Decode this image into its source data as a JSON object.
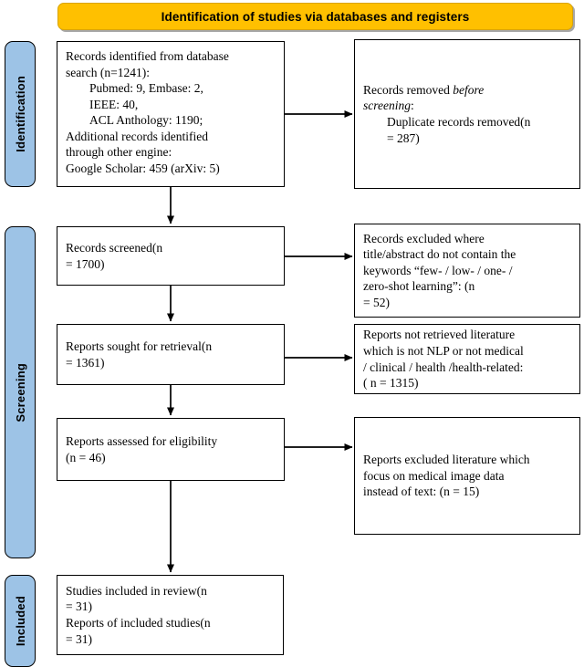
{
  "banner": {
    "title": "Identification of studies via databases and registers",
    "bg_color": "#FFC000"
  },
  "rails": {
    "bg_color": "#9DC3E6",
    "items": [
      {
        "id": "identification",
        "label": "Identification"
      },
      {
        "id": "screening",
        "label": "Screening"
      },
      {
        "id": "included",
        "label": "Included"
      }
    ]
  },
  "boxes": {
    "identified": {
      "lines": [
        "Records identified from database",
        "search (n=1241):",
        "Pubmed: 9, Embase: 2,",
        "IEEE: 40,",
        "ACL Anthology: 1190;",
        "Additional records identified",
        "through other engine:",
        "Google Scholar: 459 (arXiv: 5)"
      ]
    },
    "removed": {
      "line1_prefix": "Records removed ",
      "line1_italic": "before",
      "line2_italic": "screening",
      "line2_suffix": ":",
      "line3": "Duplicate records removed(n",
      "line4": "= 287)"
    },
    "screened": {
      "lines": [
        "Records screened(n",
        "= 1700)"
      ]
    },
    "excluded_keywords": {
      "lines": [
        "Records excluded where",
        "title/abstract do not contain the",
        "keywords “few- / low- / one- /",
        "zero-shot learning”: (n",
        "= 52)"
      ]
    },
    "sought": {
      "lines": [
        "Reports sought for retrieval(n",
        "= 1361)"
      ]
    },
    "not_retrieved": {
      "lines": [
        "Reports not retrieved literature",
        "which is not NLP or not medical",
        "/ clinical / health /health-related:",
        "( n = 1315)"
      ]
    },
    "assessed": {
      "lines": [
        "Reports assessed for eligibility",
        "(n = 46)"
      ]
    },
    "excluded_images": {
      "lines": [
        "Reports excluded literature which",
        "focus on medical image data",
        "instead of text: (n = 15)"
      ]
    },
    "included": {
      "lines": [
        "Studies included in review(n",
        "= 31)",
        "Reports of included studies(n",
        "= 31)"
      ]
    }
  },
  "chart_data": {
    "type": "diagram",
    "title": "Identification of studies via databases and registers",
    "stages": [
      "Identification",
      "Screening",
      "Included"
    ],
    "nodes": [
      {
        "id": "identified",
        "stage": "Identification",
        "n": 1241,
        "sources": {
          "Pubmed": 9,
          "Embase": 2,
          "IEEE": 40,
          "ACL Anthology": 1190,
          "Google Scholar": 459,
          "arXiv": 5
        }
      },
      {
        "id": "removed",
        "stage": "Identification",
        "duplicates_removed": 287
      },
      {
        "id": "screened",
        "stage": "Screening",
        "n": 1700
      },
      {
        "id": "excluded_keywords",
        "stage": "Screening",
        "n": 52
      },
      {
        "id": "sought",
        "stage": "Screening",
        "n": 1361
      },
      {
        "id": "not_retrieved",
        "stage": "Screening",
        "n": 1315
      },
      {
        "id": "assessed",
        "stage": "Screening",
        "n": 46
      },
      {
        "id": "excluded_images",
        "stage": "Screening",
        "n": 15
      },
      {
        "id": "included_studies",
        "stage": "Included",
        "studies": 31,
        "reports": 31
      }
    ],
    "edges": [
      {
        "from": "identified",
        "to": "removed"
      },
      {
        "from": "identified",
        "to": "screened"
      },
      {
        "from": "screened",
        "to": "excluded_keywords"
      },
      {
        "from": "screened",
        "to": "sought"
      },
      {
        "from": "sought",
        "to": "not_retrieved"
      },
      {
        "from": "sought",
        "to": "assessed"
      },
      {
        "from": "assessed",
        "to": "excluded_images"
      },
      {
        "from": "assessed",
        "to": "included_studies"
      }
    ]
  }
}
